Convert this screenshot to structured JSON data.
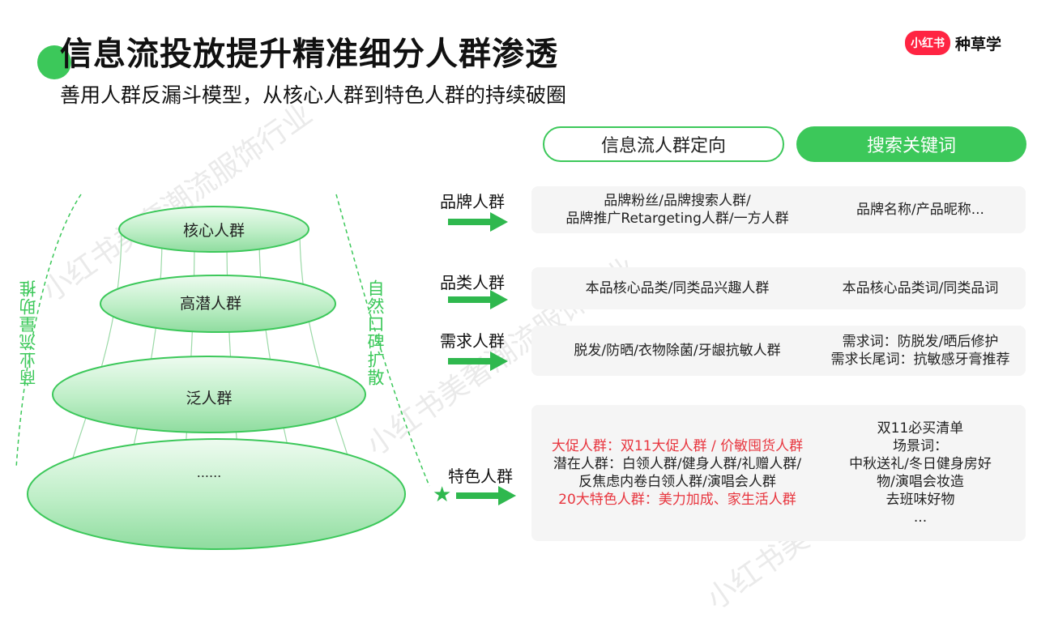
{
  "header": {
    "title": "信息流投放提升精准细分人群渗透",
    "subtitle": "善用人群反漏斗模型，从核心人群到特色人群的持续破圈",
    "logo_badge": "小红书",
    "logo_text": "种草学"
  },
  "watermark": "小红书美奢潮流服饰行业",
  "columns": {
    "feed": "信息流人群定向",
    "search": "搜索关键词"
  },
  "funnel": {
    "left_label": "商业流量助推",
    "right_label": "自然口碑扩散",
    "layers": [
      "核心人群",
      "高潜人群",
      "泛人群",
      "......"
    ]
  },
  "rows": [
    {
      "label": "品牌人群",
      "feed_lines": [
        "品牌粉丝/品牌搜索人群/",
        "品牌推广Retargeting人群/一方人群"
      ],
      "search_lines": [
        "品牌名称/产品昵称..."
      ]
    },
    {
      "label": "品类人群",
      "feed_lines": [
        "本品核心品类/同类品兴趣人群"
      ],
      "search_lines": [
        "本品核心品类词/同类品词"
      ]
    },
    {
      "label": "需求人群",
      "feed_lines": [
        "脱发/防晒/衣物除菌/牙龈抗敏人群"
      ],
      "search_lines": [
        "需求词：防脱发/晒后修护",
        "需求长尾词：抗敏感牙膏推荐"
      ]
    },
    {
      "label": "特色人群",
      "feed_lines": [
        "大促人群：双11大促人群 / 价敏囤货人群",
        "潜在人群：白领人群/健身人群/礼赠人群/",
        "反焦虑内卷白领人群/演唱会人群",
        "20大特色人群：美力加成、家生活人群"
      ],
      "search_lines": [
        "双11必买清单",
        "场景词：",
        "中秋送礼/冬日健身房好",
        "物/演唱会妆造",
        "去班味好物",
        "..."
      ]
    }
  ],
  "colors": {
    "accent": "#3cc85a",
    "highlight_red": "#e8363f",
    "brand_red": "#ff2442"
  }
}
